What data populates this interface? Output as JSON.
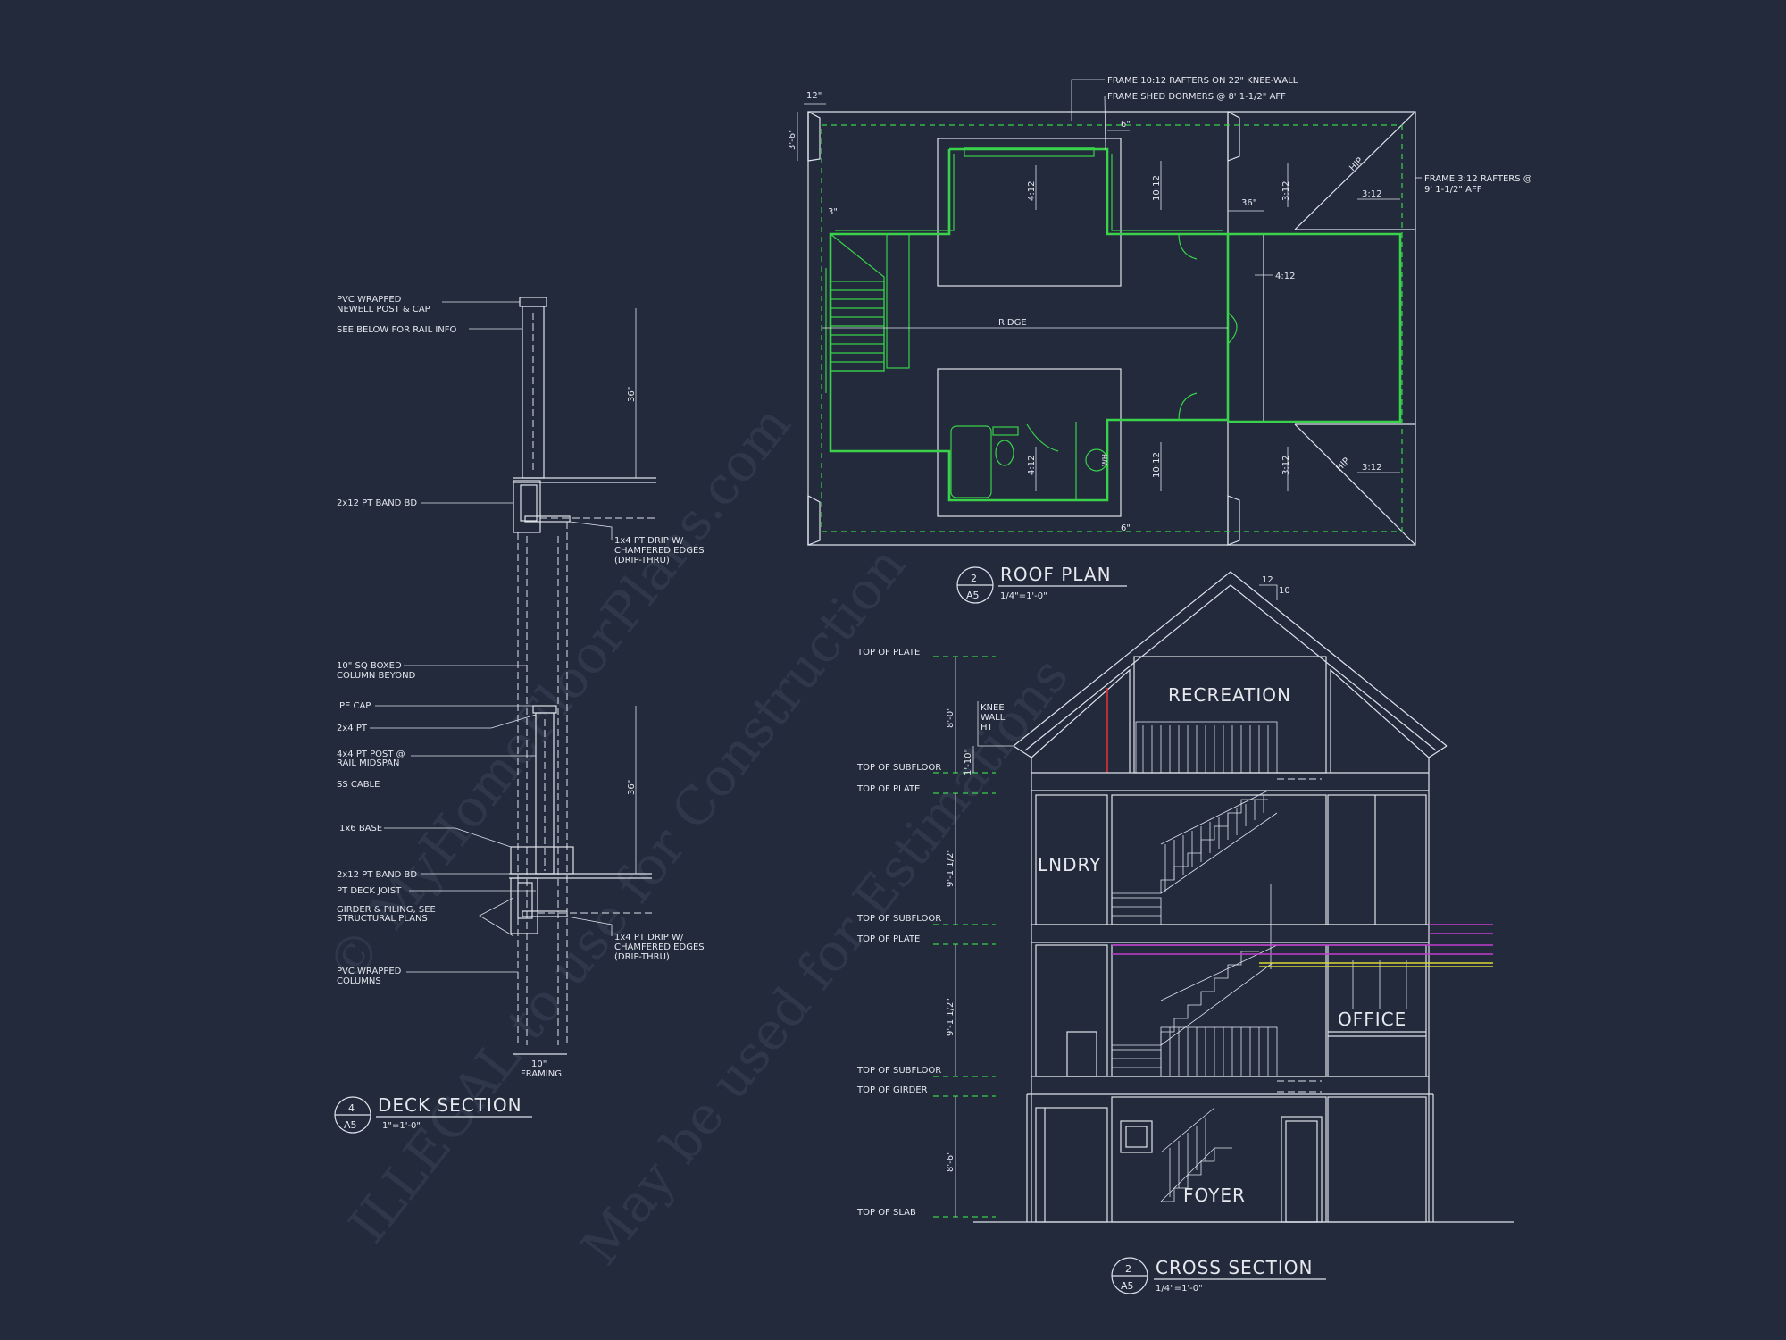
{
  "watermark": {
    "line1": "© MyHomeFloorPlans.com",
    "line2": "ILLEGAL to use for Construction",
    "line3": "May be used for Estimations"
  },
  "roof_plan": {
    "title": "ROOF PLAN",
    "scale": "1/4\"=1'-0\"",
    "detail_num": "2",
    "sheet": "A5",
    "notes": {
      "rafters_knee": "FRAME 10:12 RAFTERS ON 22\" KNEE-WALL",
      "shed_dormers": "FRAME SHED DORMERS @ 8' 1-1/2\" AFF",
      "rafters_3_12_a": "FRAME 3:12 RAFTERS @",
      "rafters_3_12_b": "9' 1-1/2\" AFF"
    },
    "labels": {
      "ridge": "RIDGE",
      "hip_top": "HIP",
      "hip_bottom": "HIP",
      "slope_4_12_a": "4:12",
      "slope_10_12_a": "10:12",
      "slope_3_12_a": "3:12",
      "slope_3_12_b": "3:12",
      "slope_4_12_b": "4:12",
      "slope_4_12_c": "4:12",
      "slope_10_12_b": "10:12",
      "slope_3_12_c": "3:12",
      "slope_3_12_d": "3:12",
      "dim_12": "12\"",
      "dim_3_6": "3'-6\"",
      "dim_3": "3\"",
      "dim_6_top": "6\"",
      "dim_36": "36\"",
      "dim_6_bottom": "6\"",
      "wh": "WH"
    }
  },
  "deck_section": {
    "title": "DECK SECTION",
    "scale": "1\"=1'-0\"",
    "detail_num": "4",
    "sheet": "A5",
    "callouts": {
      "newell_a": "PVC WRAPPED",
      "newell_b": "NEWELL POST & CAP",
      "rail_info": "SEE BELOW FOR RAIL INFO",
      "band_top": "2x12 PT BAND BD",
      "drip_top_a": "1x4 PT DRIP W/",
      "drip_top_b": "CHAMFERED EDGES",
      "drip_top_c": "(DRIP-THRU)",
      "column_a": "10\" SQ BOXED",
      "column_b": "COLUMN BEYOND",
      "ipe_cap": "IPE CAP",
      "two_by_four": "2x4 PT",
      "post_a": "4x4 PT POST @",
      "post_b": "RAIL MIDSPAN",
      "ss_cable": "SS CABLE",
      "base": "1x6 BASE",
      "band_bottom": "2x12 PT BAND BD",
      "deck_joist": "PT DECK JOIST",
      "girder_a": "GIRDER & PILING, SEE",
      "girder_b": "STRUCTURAL PLANS",
      "drip_bot_a": "1x4 PT DRIP W/",
      "drip_bot_b": "CHAMFERED EDGES",
      "drip_bot_c": "(DRIP-THRU)",
      "pvc_col_a": "PVC WRAPPED",
      "pvc_col_b": "COLUMNS",
      "dim_36_top": "36\"",
      "dim_36_bottom": "36\"",
      "dim_10": "10\"",
      "framing": "FRAMING"
    }
  },
  "cross_section": {
    "title": "CROSS SECTION",
    "scale": "1/4\"=1'-0\"",
    "detail_num": "2",
    "sheet": "A5",
    "rooms": {
      "recreation": "RECREATION",
      "laundry": "LNDRY",
      "office": "OFFICE",
      "foyer": "FOYER"
    },
    "levels": {
      "top_plate_1": "TOP OF PLATE",
      "top_subfloor_1": "TOP OF SUBFLOOR",
      "top_plate_2": "TOP OF PLATE",
      "top_subfloor_2": "TOP OF SUBFLOOR",
      "top_plate_3": "TOP OF PLATE",
      "top_subfloor_3": "TOP OF SUBFLOOR",
      "top_girder": "TOP OF GIRDER",
      "top_slab": "TOP OF SLAB"
    },
    "dims": {
      "d_8_0": "8'-0\"",
      "d_1_10": "1'-10\"",
      "d_9_1_a": "9'-1 1/2\"",
      "d_9_1_b": "9'-1 1/2\"",
      "d_8_6": "8'-6\"",
      "knee_a": "KNEE",
      "knee_b": "WALL",
      "knee_c": "HT",
      "pitch_12": "12",
      "pitch_10": "10"
    }
  }
}
